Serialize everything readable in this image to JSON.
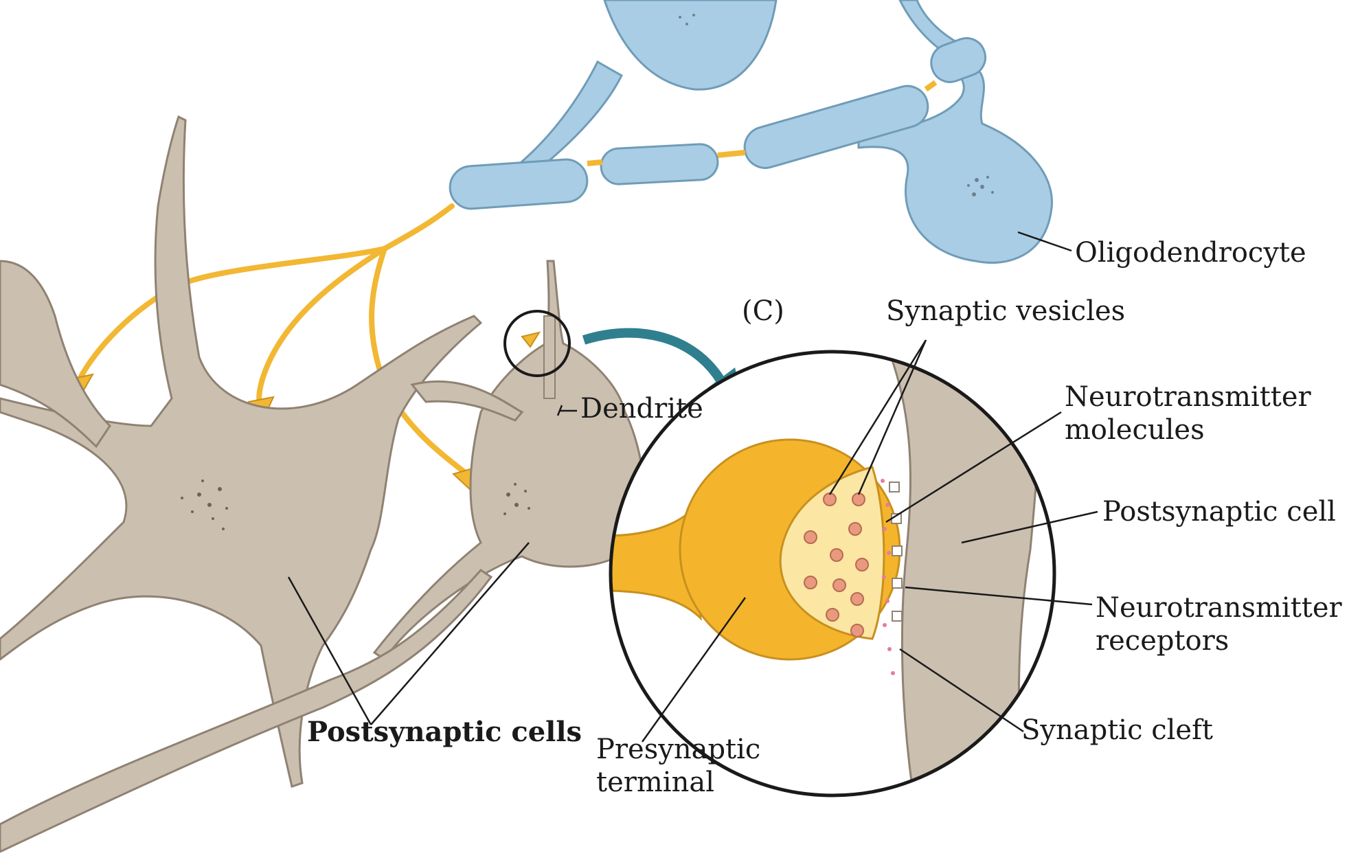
{
  "panel": {
    "letter": "(C)"
  },
  "labels": {
    "oligodendrocyte": "Oligodendrocyte",
    "synaptic_vesicles": "Synaptic vesicles",
    "neurotransmitter_molecules": [
      "Neurotransmitter",
      "molecules"
    ],
    "postsynaptic_cell": "Postsynaptic cell",
    "neurotransmitter_receptors": [
      "Neurotransmitter",
      "receptors"
    ],
    "synaptic_cleft": "Synaptic cleft",
    "dendrite": "Dendrite",
    "postsynaptic_cells": "Postsynaptic cells",
    "presynaptic_terminal": [
      "Presynaptic",
      "terminal"
    ]
  },
  "colors": {
    "myelin": "#a9cde4",
    "myelin_outline": "#6f9cb8",
    "axon": "#f2b733",
    "neuron": "#cbbfb0",
    "neuron_outline": "#8f8273",
    "terminal": "#f4b52c",
    "terminal_face": "#fbe6a4",
    "vesicle": "#e99a7e",
    "arrow": "#2f7f8f",
    "text": "#1a1a1a"
  }
}
